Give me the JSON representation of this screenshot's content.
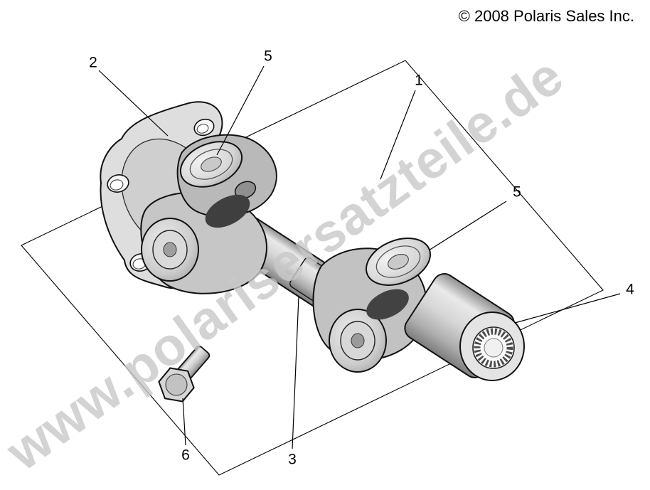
{
  "copyright": "© 2008 Polaris Sales Inc.",
  "watermark": "www.polarisersatzteile.de",
  "callouts": [
    "2",
    "5",
    "1",
    "5",
    "4",
    "6",
    "3"
  ],
  "colors": {
    "background": "#ffffff",
    "line": "#000000",
    "watermark": "#c9c9c9",
    "metal_light": "#e9e9e9",
    "metal_mid": "#c6c6c6",
    "metal_dark": "#3f3f3f"
  }
}
